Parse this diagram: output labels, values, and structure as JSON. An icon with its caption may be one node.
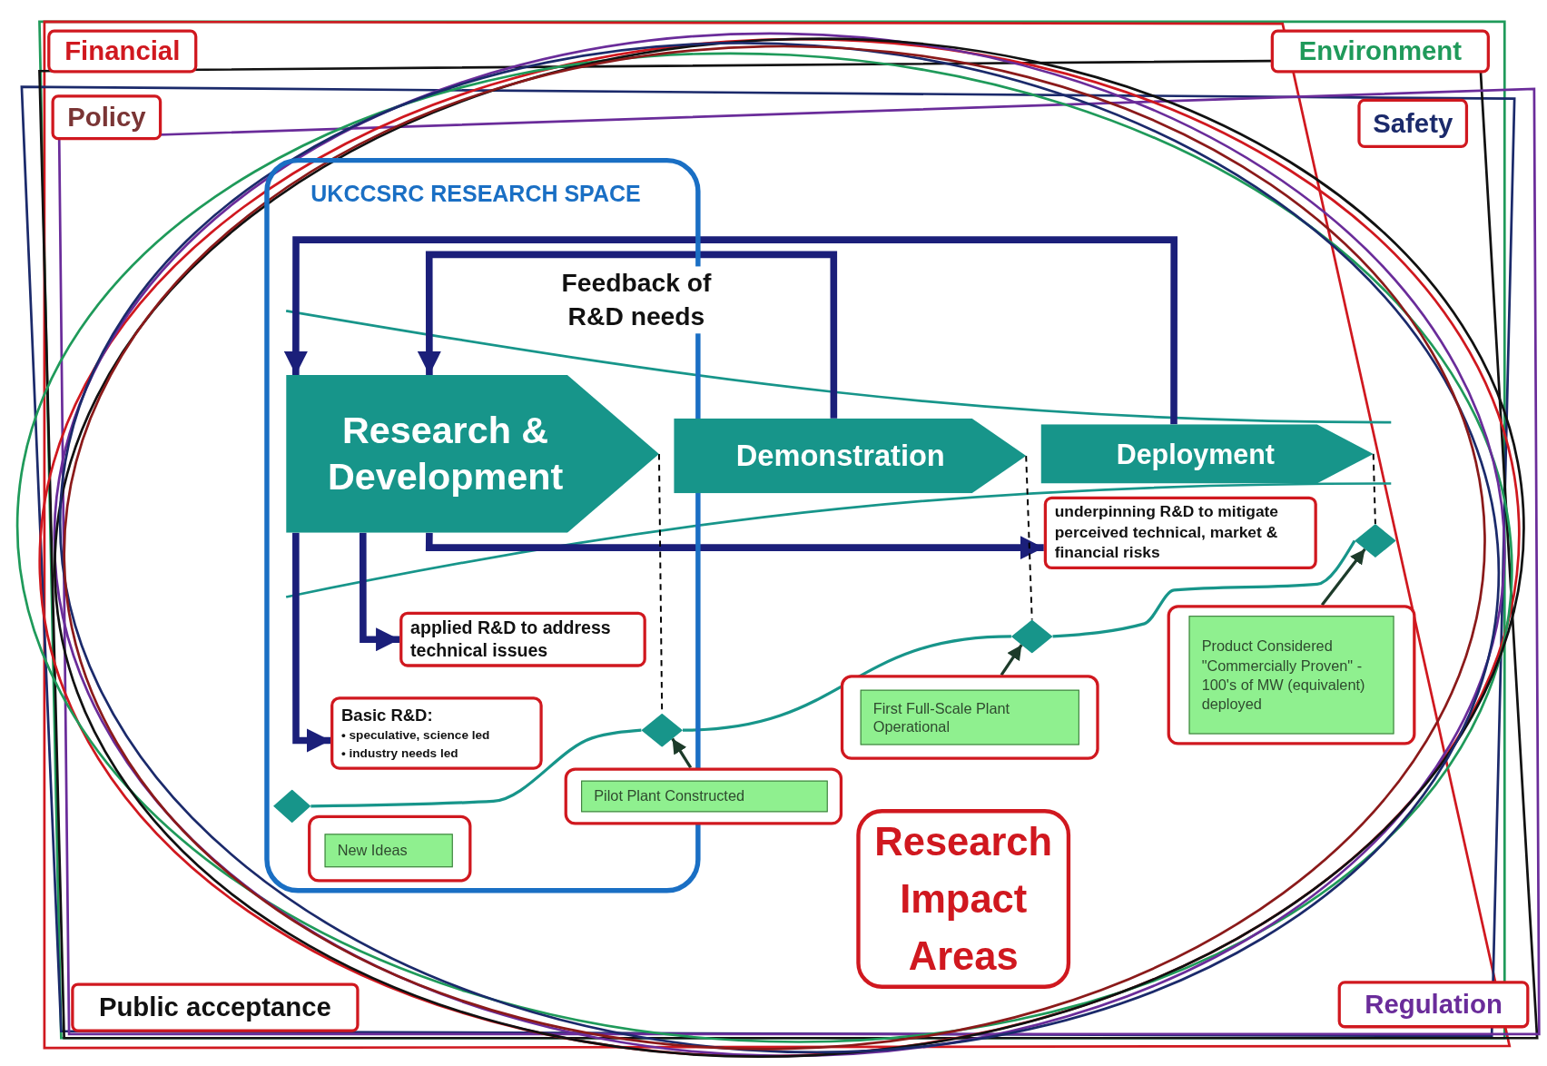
{
  "diagram": {
    "nodes": [
      {
        "text": [
          "Financial"
        ]
      },
      {
        "text": [
          "Environment"
        ]
      },
      {
        "text": [
          "Policy"
        ]
      },
      {
        "text": [
          "Safety"
        ]
      },
      {
        "text": [
          "UKCCSRC RESEARCH SPACE"
        ]
      },
      {
        "text": [
          "Research & Development"
        ],
        "in": 4
      },
      {
        "text": [
          "Demonstration"
        ]
      },
      {
        "text": [
          "Deployment"
        ]
      },
      {
        "text": [
          "underpinning R&D to mitigate perceived technical, market & financial risks"
        ]
      },
      {
        "text": [
          "applied R&D to address technical issues"
        ],
        "in": 4
      },
      {
        "text": [
          "Basic R&D:",
          "• speculative, science led",
          "• industry needs led"
        ],
        "in": 4
      },
      {
        "text": [],
        "shape": "diamond",
        "in": 4
      },
      {
        "text": [
          "New Ideas"
        ],
        "in": 4
      },
      {
        "text": [],
        "shape": "diamond",
        "in": 4
      },
      {
        "text": [
          "Pilot Plant Constructed"
        ]
      },
      {
        "text": [],
        "shape": "diamond"
      },
      {
        "text": [
          "First Full-Scale Plant Operational"
        ]
      },
      {
        "text": [],
        "shape": "diamond"
      },
      {
        "text": [
          "Product Considered \"Commercially Proven\" - 100's of MW (equivalent) deployed"
        ]
      },
      {
        "text": [
          "Research Impact Areas"
        ]
      },
      {
        "text": [
          "Public acceptance"
        ]
      },
      {
        "text": [
          "Regulation"
        ]
      }
    ],
    "edges": [
      {
        "from": 6,
        "to": 5,
        "arrow": "to",
        "style": "thick"
      },
      {
        "from": 7,
        "to": 5,
        "arrow": "to",
        "style": "thick"
      },
      {
        "from": 5,
        "to": 10,
        "arrow": "to",
        "style": "thick"
      },
      {
        "from": 5,
        "to": 9,
        "arrow": "to",
        "style": "thick"
      },
      {
        "from": 5,
        "to": 8,
        "arrow": "to",
        "style": "thick"
      },
      {
        "from": 11,
        "to": 13,
        "arrow": "none",
        "color": "#17958a"
      },
      {
        "from": 13,
        "to": 15,
        "arrow": "none",
        "color": "#17958a"
      },
      {
        "from": 15,
        "to": 17,
        "arrow": "none",
        "color": "#17958a"
      },
      {
        "from": 5,
        "to": 13,
        "arrow": "none",
        "style": "dashed",
        "color": "#000000"
      },
      {
        "from": 6,
        "to": 15,
        "arrow": "none",
        "style": "dashed",
        "color": "#000000"
      },
      {
        "from": 7,
        "to": 17,
        "arrow": "none",
        "style": "dashed",
        "color": "#000000"
      },
      {
        "from": 14,
        "to": 13,
        "arrow": "to",
        "color": "#1d3b2a"
      },
      {
        "from": 16,
        "to": 15,
        "arrow": "to",
        "color": "#1d3b2a"
      },
      {
        "from": 18,
        "to": 17,
        "arrow": "to",
        "color": "#1d3b2a"
      }
    ],
    "labels": [
      "Feedback of R&D needs"
    ]
  }
}
